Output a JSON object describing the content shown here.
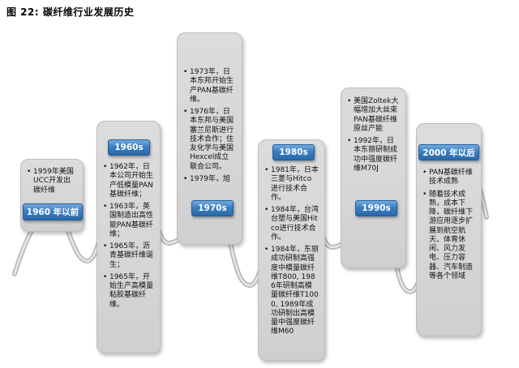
{
  "title": "图 22: 碳纤维行业发展历史",
  "colors": {
    "label_blue": "#2e74b5",
    "card_gray": "#d9d9d9",
    "ribbon_gray": "#c4c4c4"
  },
  "timeline": {
    "cards": [
      {
        "label": "1960 年以前",
        "items": [
          "1959年美国UCC开发出碳纤维"
        ]
      },
      {
        "label": "1960s",
        "items": [
          "1962年，日本公司开始生产低模量PAN基碳纤维；",
          "1963年，英国制造出高性能PAN基碳纤维；",
          "1965年，沥青基碳纤维诞生；",
          "1965年，开始生产高模量粘胶基碳纤维。"
        ]
      },
      {
        "label": "1970s",
        "items": [
          "1973年，日本东邦开始生产PAN基碳纤维。",
          "1976年，日本东邦与美国塞兰尼斯进行技术合作；住友化学与美国Hexcel成立联合公司。",
          "1979年，旭"
        ]
      },
      {
        "label": "1980s",
        "items": [
          "1981年，日本三菱与Hitco进行技术合作。",
          "1984年，台湾台塑与美国Hitco进行技术合作。",
          "1984年，东丽成功研制高强度中模量碳纤维T800, 1986年研制高模量碳纤维T1000, 1989年成功研制出高模量中强度碳纤维M60"
        ]
      },
      {
        "label": "1990s",
        "items": [
          "美国Zoltek大幅增加大丝束PAN基碳纤维原丝产能",
          "1992年，日本东丽研制成功中强度碳纤维M70J"
        ]
      },
      {
        "label": "2000 年以后",
        "items": [
          "PAN基碳纤维技术成熟",
          "随着技术成熟，成本下降，碳纤维下游应用逐步扩展到航空航天、体育休闲、风力发电、压力容器、汽车制造等各个领域"
        ]
      }
    ]
  }
}
